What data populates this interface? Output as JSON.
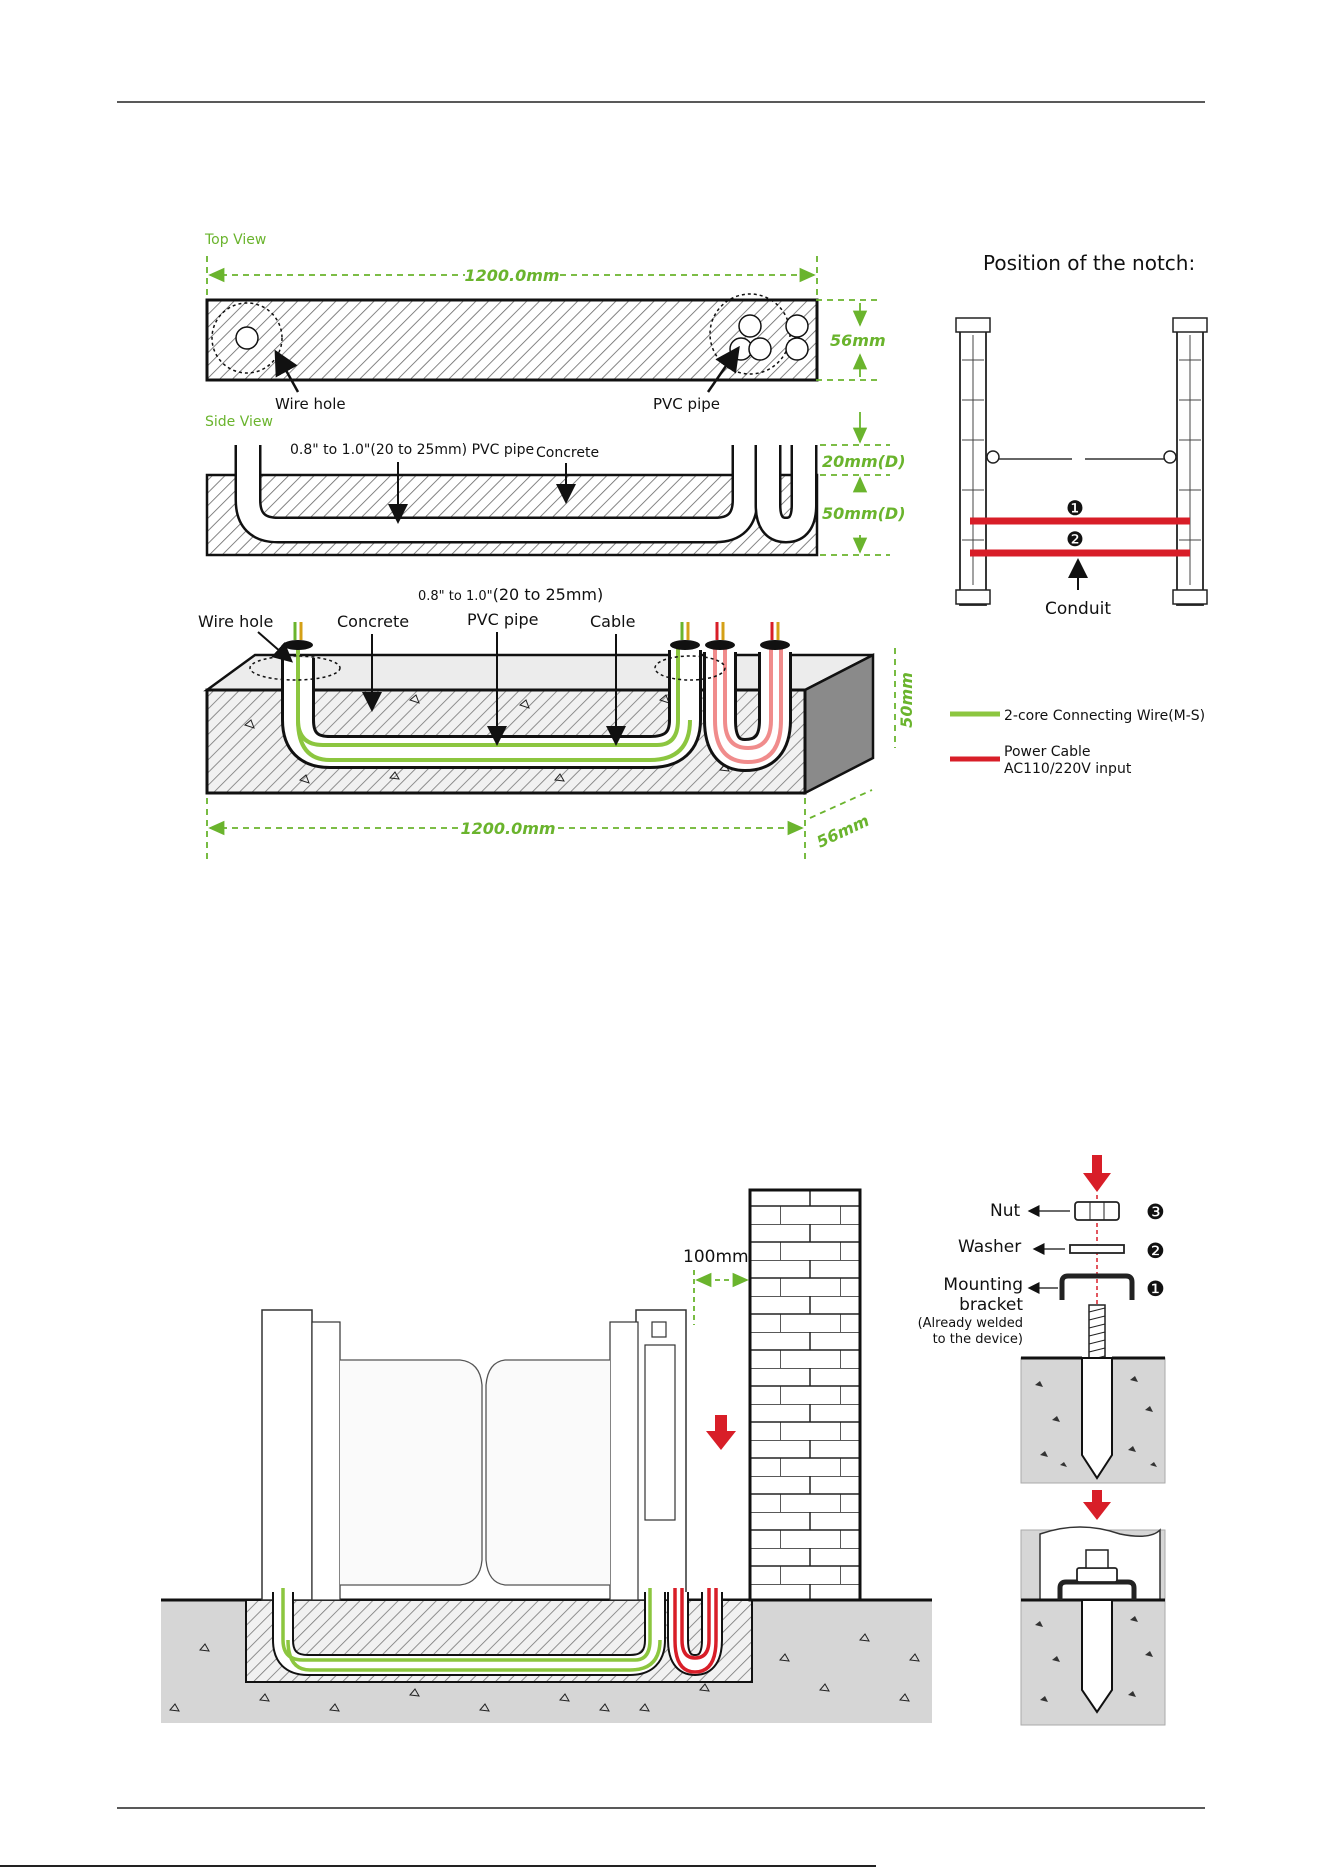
{
  "colors": {
    "accent_green": "#6ab42d",
    "power_red": "#d81e28",
    "hatch": "#555555",
    "concrete": "#d6d6d6",
    "dark": "#111111"
  },
  "top_view": {
    "title": "Top View",
    "length_label": "1200.0mm",
    "width_label": "56mm",
    "wire_hole_label": "Wire hole",
    "pvc_pipe_label": "PVC pipe"
  },
  "side_view": {
    "title": "Side View",
    "pipe_label": "0.8\" to 1.0\"(20 to 25mm) PVC pipe",
    "concrete_label": "Concrete",
    "depth1_label": "20mm(D)",
    "depth2_label": "50mm(D)"
  },
  "iso_view": {
    "pipe_size_label_a": "0.8\" to 1.0\"",
    "pipe_size_label_b": "(20 to 25mm)",
    "wire_hole_label": "Wire hole",
    "concrete_label": "Concrete",
    "pvc_pipe_label": "PVC pipe",
    "cable_label": "Cable",
    "height_label": "50mm",
    "length_label": "1200.0mm",
    "width_label": "56mm"
  },
  "notch": {
    "title": "Position of the notch:",
    "marker_1": "❶",
    "marker_2": "❷",
    "conduit_label": "Conduit"
  },
  "legend": {
    "green_label": "2-core Connecting Wire(M-S)",
    "red_label_line1": "Power Cable",
    "red_label_line2": "AC110/220V input"
  },
  "install": {
    "wall_gap_label": "100mm"
  },
  "anchor": {
    "nut_label": "Nut",
    "washer_label": "Washer",
    "bracket_label_line1": "Mounting",
    "bracket_label_line2": "bracket",
    "note_line1": "(Already welded",
    "note_line2": "to the device)",
    "marker_3": "❸",
    "marker_2": "❷",
    "marker_1": "❶"
  }
}
